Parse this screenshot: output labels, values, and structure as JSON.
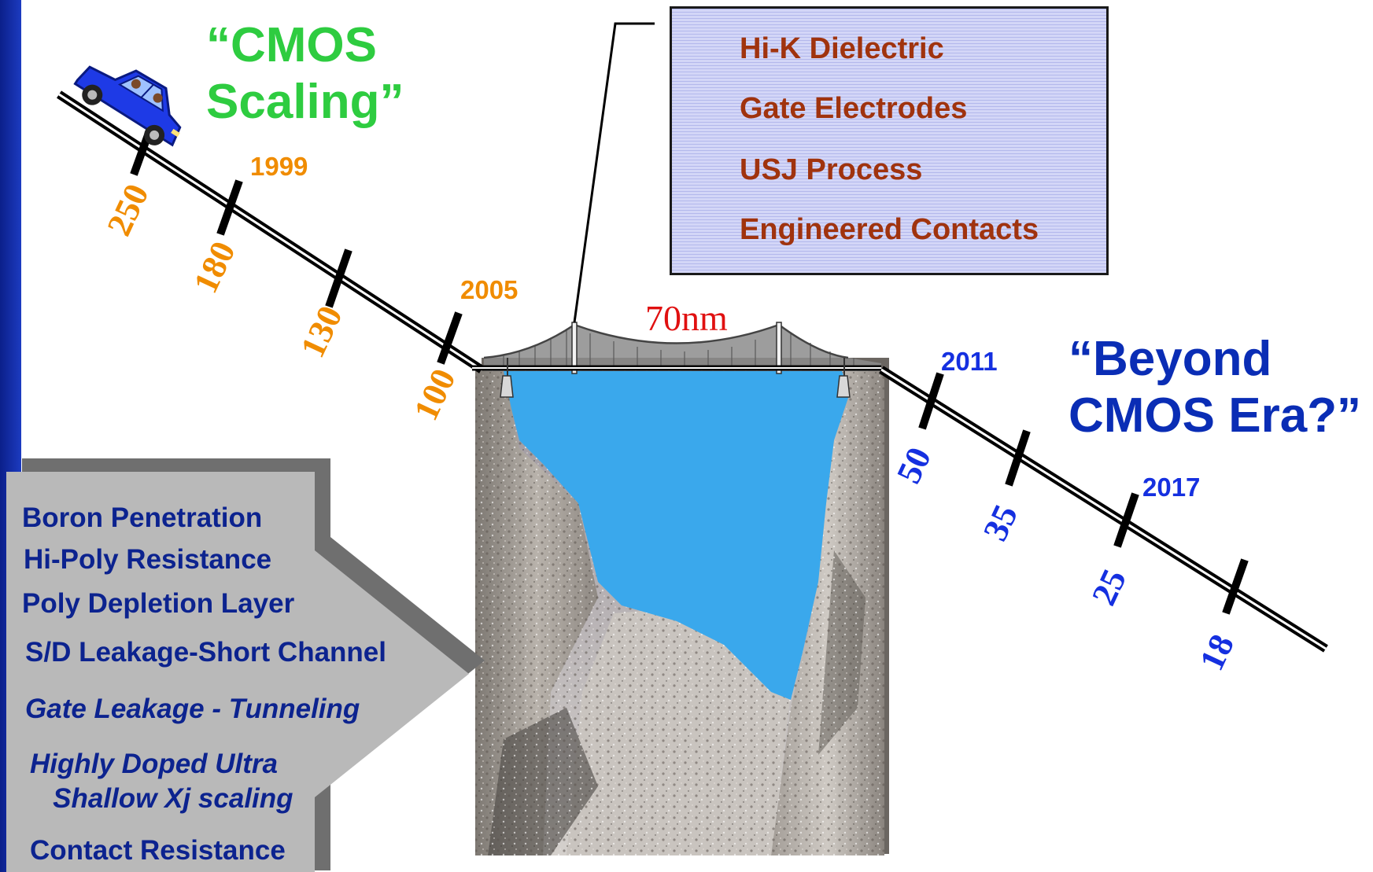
{
  "titles": {
    "left": "“CMOS\nScaling”",
    "right": "“Beyond\nCMOS Era?”"
  },
  "timeline": {
    "left_nodes": [
      "250",
      "180",
      "130",
      "100"
    ],
    "left_years": [
      "1999",
      "2005"
    ],
    "gap_label": "70nm",
    "right_nodes": [
      "50",
      "35",
      "25",
      "18"
    ],
    "right_years": [
      "2011",
      "2017"
    ]
  },
  "solutions": [
    "Hi-K Dielectric",
    "Gate Electrodes",
    "USJ Process",
    "Engineered Contacts"
  ],
  "problems": [
    "Boron Penetration",
    "Hi-Poly Resistance",
    "Poly Depletion Layer",
    "S/D Leakage-Short Channel",
    "Gate Leakage - Tunneling",
    "Highly Doped Ultra\n   Shallow Xj scaling",
    "Contact Resistance"
  ],
  "colors": {
    "left_title": "#2ecc40",
    "right_title": "#0a2db5",
    "left_labels": "#f08c00",
    "right_labels": "#1530e0",
    "gap_label": "#e01010",
    "solutions_text": "#a0330e",
    "problems_text": "#0c238f",
    "water": "#3aa8ec"
  },
  "icons": {
    "car": "car-icon",
    "bridge": "suspension-bridge-icon",
    "canyon": "canyon-image"
  }
}
